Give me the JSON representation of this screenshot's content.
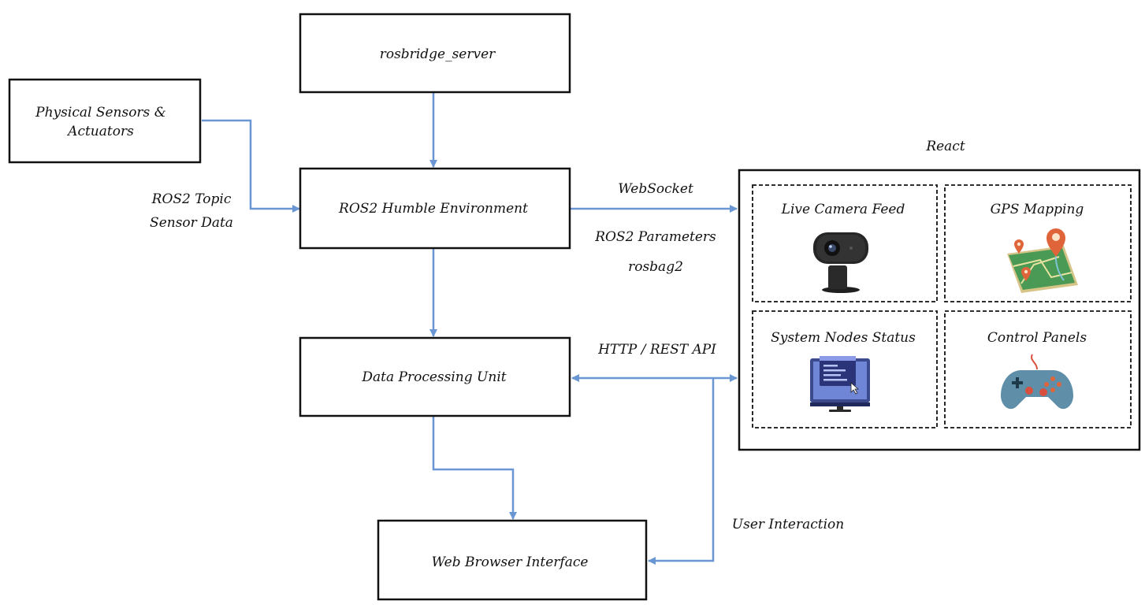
{
  "colors": {
    "arrow": "#6A96D3",
    "box_border": "#111111",
    "text": "#111111"
  },
  "boxes": {
    "rosbridge": "rosbridge_server",
    "sensors_line1": "Physical Sensors &",
    "sensors_line2": "Actuators",
    "ros2_env": "ROS2 Humble Environment",
    "data_proc": "Data Processing Unit",
    "web_ui": "Web Browser Interface"
  },
  "labels": {
    "ros2_topic": "ROS2 Topic",
    "sensor_data": "Sensor Data",
    "websocket": "WebSocket",
    "ros2_params": "ROS2 Parameters",
    "rosbag2": "rosbag2",
    "http_api": "HTTP / REST API",
    "user_interaction": "User Interaction"
  },
  "react": {
    "title": "React",
    "panels": {
      "camera": {
        "label": "Live Camera Feed",
        "icon": "webcam-icon"
      },
      "gps": {
        "label": "GPS Mapping",
        "icon": "map-pin-icon"
      },
      "nodes": {
        "label": "System Nodes Status",
        "icon": "monitor-code-icon"
      },
      "control": {
        "label": "Control Panels",
        "icon": "gamepad-icon"
      }
    }
  }
}
